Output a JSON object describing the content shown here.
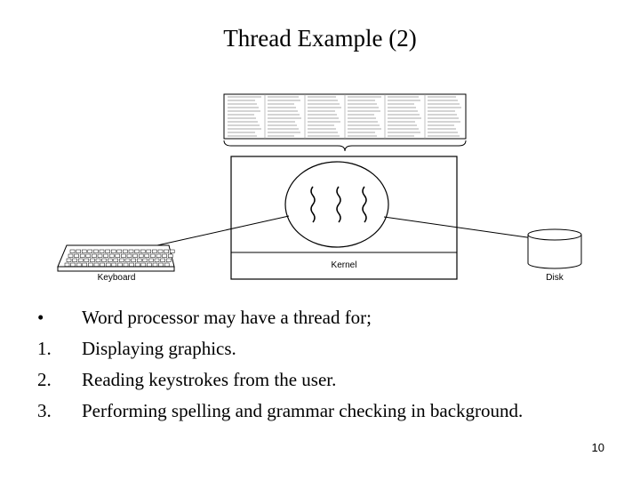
{
  "slide": {
    "title": "Thread Example (2)",
    "page_number": "10"
  },
  "figure": {
    "kernel_label": "Kernel",
    "keyboard_label": "Keyboard",
    "disk_label": "Disk"
  },
  "items": [
    {
      "marker": "•",
      "text": "Word processor may have a thread for;"
    },
    {
      "marker": "1.",
      "text": "Displaying graphics."
    },
    {
      "marker": "2.",
      "text": "Reading keystrokes from the user."
    },
    {
      "marker": "3.",
      "text": "Performing spelling and grammar checking in background."
    }
  ]
}
